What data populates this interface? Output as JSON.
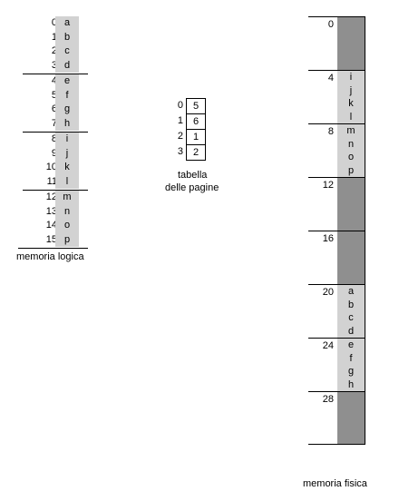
{
  "logical_memory": {
    "label": "memoria logica",
    "pages": [
      {
        "entries": [
          {
            "addr": "0",
            "val": "a"
          },
          {
            "addr": "1",
            "val": "b"
          },
          {
            "addr": "2",
            "val": "c"
          },
          {
            "addr": "3",
            "val": "d"
          }
        ]
      },
      {
        "entries": [
          {
            "addr": "4",
            "val": "e"
          },
          {
            "addr": "5",
            "val": "f"
          },
          {
            "addr": "6",
            "val": "g"
          },
          {
            "addr": "7",
            "val": "h"
          }
        ]
      },
      {
        "entries": [
          {
            "addr": "8",
            "val": "i"
          },
          {
            "addr": "9",
            "val": "j"
          },
          {
            "addr": "10",
            "val": "k"
          },
          {
            "addr": "11",
            "val": "l"
          }
        ]
      },
      {
        "entries": [
          {
            "addr": "12",
            "val": "m"
          },
          {
            "addr": "13",
            "val": "n"
          },
          {
            "addr": "14",
            "val": "o"
          },
          {
            "addr": "15",
            "val": "p"
          }
        ]
      }
    ]
  },
  "page_table": {
    "label_line1": "tabella",
    "label_line2": "delle pagine",
    "rows": [
      {
        "page": "0",
        "frame": "5"
      },
      {
        "page": "1",
        "frame": "6"
      },
      {
        "page": "2",
        "frame": "1"
      },
      {
        "page": "3",
        "frame": "2"
      }
    ]
  },
  "physical_memory": {
    "label": "memoria fisica",
    "frames": [
      {
        "addr": "0",
        "chars": []
      },
      {
        "addr": "4",
        "chars": [
          "i",
          "j",
          "k",
          "l"
        ]
      },
      {
        "addr": "8",
        "chars": [
          "m",
          "n",
          "o",
          "p"
        ]
      },
      {
        "addr": "12",
        "chars": []
      },
      {
        "addr": "16",
        "chars": []
      },
      {
        "addr": "20",
        "chars": [
          "a",
          "b",
          "c",
          "d"
        ]
      },
      {
        "addr": "24",
        "chars": [
          "e",
          "f",
          "g",
          "h"
        ]
      },
      {
        "addr": "28",
        "chars": []
      }
    ]
  }
}
